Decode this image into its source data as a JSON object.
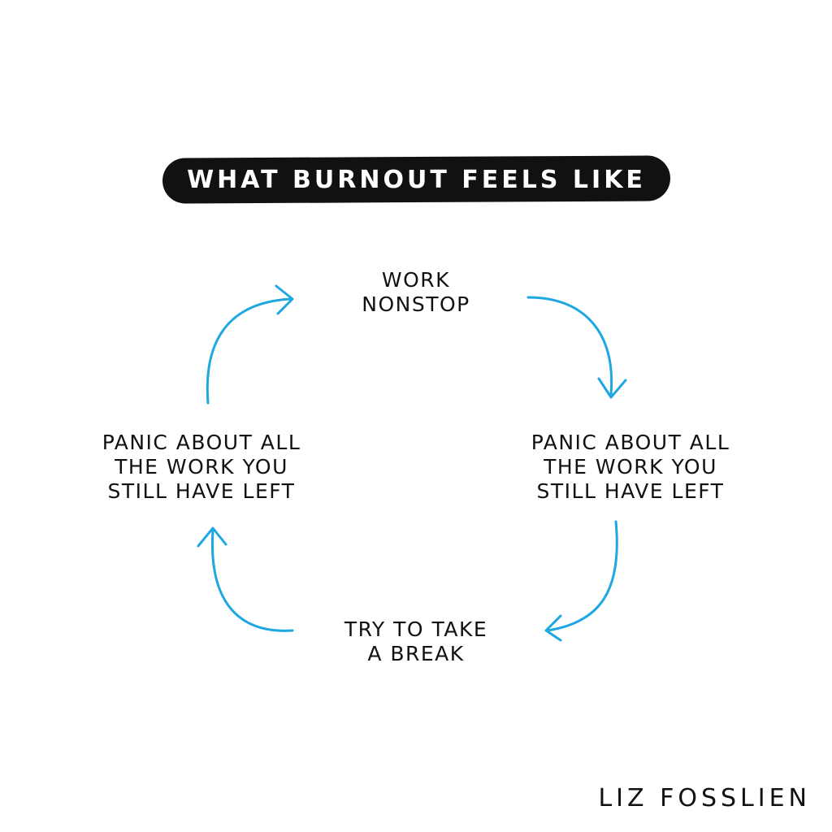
{
  "title": "WHAT BURNOUT FEELS LIKE",
  "nodes": {
    "top": [
      "WORK",
      "NONSTOP"
    ],
    "right": [
      "PANIC ABOUT ALL",
      "THE WORK YOU",
      "STILL HAVE LEFT"
    ],
    "bottom": [
      "TRY TO TAKE",
      "A BREAK"
    ],
    "left": [
      "PANIC ABOUT ALL",
      "THE WORK YOU",
      "STILL HAVE LEFT"
    ]
  },
  "signature": "LIZ FOSSLIEN",
  "colors": {
    "arrow": "#1ea7e1",
    "banner": "#111111",
    "text": "#111111"
  }
}
